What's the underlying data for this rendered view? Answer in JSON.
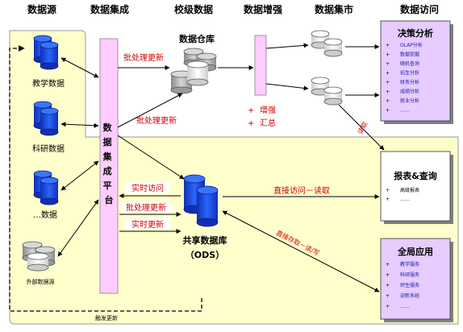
{
  "headers": [
    "数据源",
    "数据集成",
    "校级数据",
    "数据增强",
    "数据集市",
    "数据访问"
  ],
  "sources": {
    "teaching": "教学数据",
    "research": "科研数据",
    "other": "…数据",
    "external": "外部数据源"
  },
  "integration": {
    "platform": "数据集成平台"
  },
  "warehouse": {
    "title": "数据仓库"
  },
  "flows": {
    "batch_top": "批处理更新",
    "batch_mid": "批处理更新",
    "realtime_access": "实时访问",
    "batch_low": "批处理更新",
    "realtime_update": "实时更新",
    "direct_access": "直接访问－读取",
    "direct_store": "直接存取－读/写",
    "read": "读取",
    "trigger_update": "触发更新"
  },
  "enhance": {
    "items": [
      "增强",
      "汇总"
    ]
  },
  "ods": {
    "title": "共享数据库",
    "subtitle": "（ODS）"
  },
  "access": {
    "decision": {
      "title": "决策分析",
      "items": [
        "OLAP分析",
        "数据挖掘",
        "随机查询",
        "招生分析",
        "财务分析",
        "成绩分析",
        "就业分析",
        "……"
      ]
    },
    "report": {
      "title": "报表&查询",
      "items": [
        "高级报表",
        "……"
      ]
    },
    "global": {
      "title": "全局应用",
      "items": [
        "教学服务",
        "科研服务",
        "师生服务",
        "迎新系统",
        "……"
      ]
    }
  },
  "colors": {
    "top_region": "#ffffcc",
    "bottom_region": "#ffffcc",
    "platform_fill": "#ffccff",
    "panel_fill": "#e6ccff",
    "blue_db": "#1f4fe0",
    "gray_db": "#b8b8b8"
  }
}
